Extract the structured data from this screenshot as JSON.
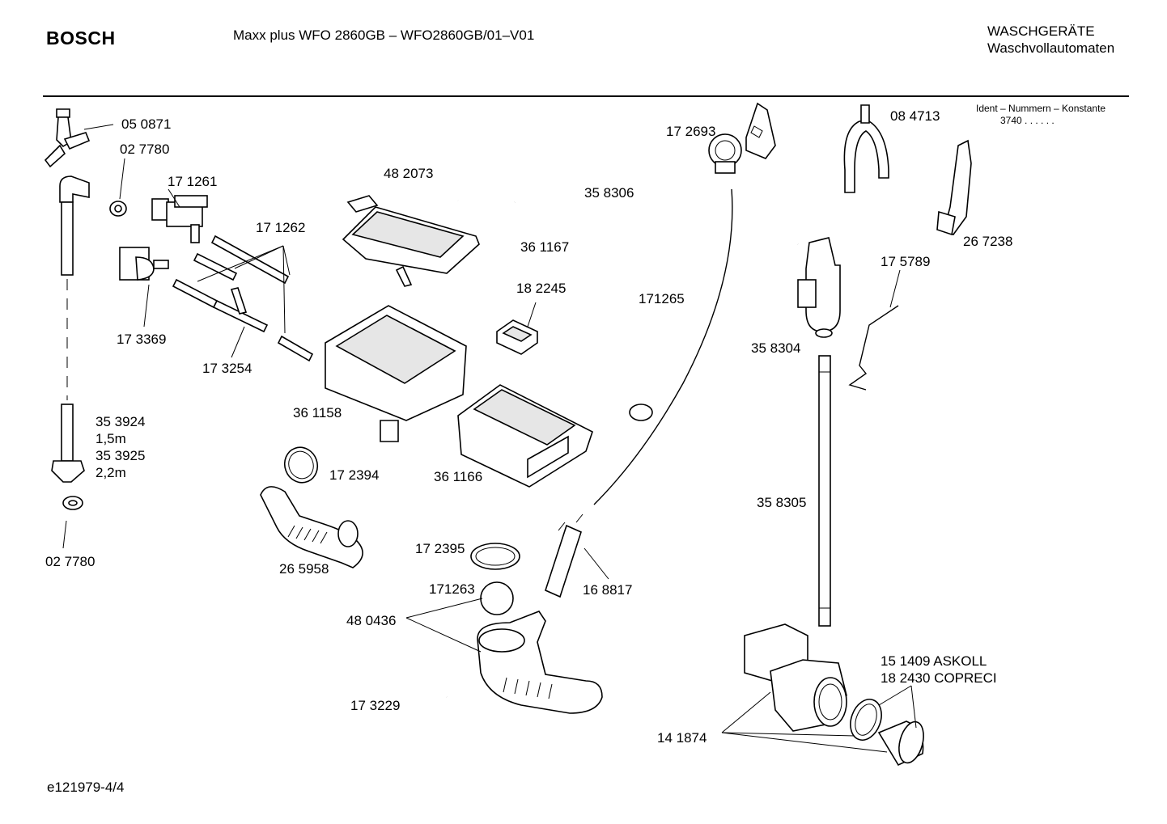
{
  "header": {
    "brand": "BOSCH",
    "model_title": "Maxx plus WFO 2860GB – WFO2860GB/01–V01",
    "category_line1": "WASCHGERÄTE",
    "category_line2": "Waschvollautomaten"
  },
  "ident": {
    "label": "Ident – Nummern – Konstante",
    "value": "3740  .  .    .  .  .  ."
  },
  "parts": {
    "p050871": "05 0871",
    "p027780_top": "02 7780",
    "p171261": "17 1261",
    "p171262": "17 1262",
    "p173369": "17 3369",
    "p173254": "17 3254",
    "p353924": "35 3924",
    "p353924_len": "1,5m",
    "p353925": "35 3925",
    "p353925_len": "2,2m",
    "p027780_bottom": "02 7780",
    "p482073": "48 2073",
    "p361167": "36 1167",
    "p358306": "35 8306",
    "p172693": "17 2693",
    "p084713": "08 4713",
    "p267238": "26 7238",
    "p175789": "17 5789",
    "p182245": "18 2245",
    "p171265": "171265",
    "p358304": "35 8304",
    "p361158": "36 1158",
    "p361166": "36 1166",
    "p172394": "17 2394",
    "p265958": "26 5958",
    "p358305": "35 8305",
    "p172395": "17 2395",
    "p168817": "16 8817",
    "p171263": "171263",
    "p480436": "48 0436",
    "p173229": "17 3229",
    "p151409": "15 1409  ASKOLL",
    "p182430": "18 2430  COPRECI",
    "p141874": "14 1874"
  },
  "footer": {
    "code": "e121979-4/4"
  }
}
